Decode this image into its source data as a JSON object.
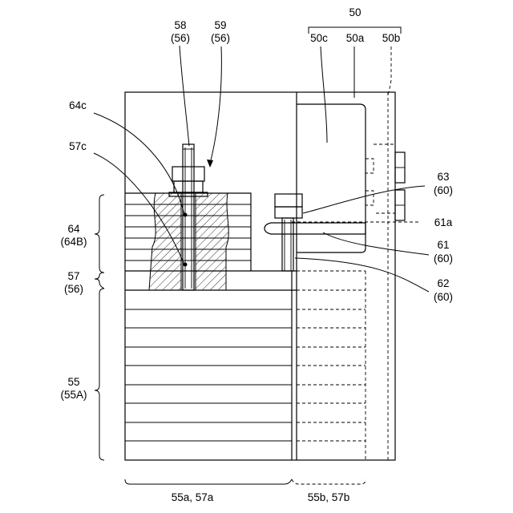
{
  "labels": {
    "l58": "58",
    "l58s": "(56)",
    "l59": "59",
    "l59s": "(56)",
    "l50": "50",
    "l50c": "50c",
    "l50a": "50a",
    "l50b": "50b",
    "l64c": "64c",
    "l57c": "57c",
    "l63": "63",
    "l63s": "(60)",
    "l61a": "61a",
    "l61": "61",
    "l61s": "(60)",
    "l62": "62",
    "l62s": "(60)",
    "l64": "64",
    "l64s": "(64B)",
    "l57": "57",
    "l57s": "(56)",
    "l55": "55",
    "l55s": "(55A)",
    "bottom_left": "55a, 57a",
    "bottom_right": "55b, 57b"
  }
}
